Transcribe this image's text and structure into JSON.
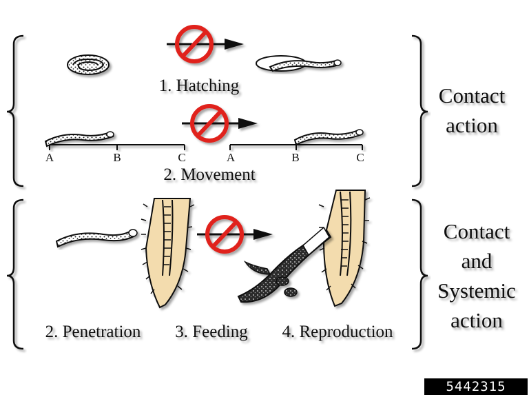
{
  "stages": {
    "hatching": "1. Hatching",
    "movement": "2. Movement",
    "penetration": "2. Penetration",
    "feeding": "3. Feeding",
    "reproduction": "4. Reproduction"
  },
  "scale_points": {
    "a": "A",
    "b": "B",
    "c": "C"
  },
  "actions": {
    "contact": [
      "Contact",
      "action"
    ],
    "systemic": [
      "Contact",
      "and",
      "Systemic",
      "action"
    ]
  },
  "image_id": "5442315",
  "colors": {
    "prohibit": "#e0201b",
    "root": "#f3dcae",
    "ink": "#111111"
  }
}
